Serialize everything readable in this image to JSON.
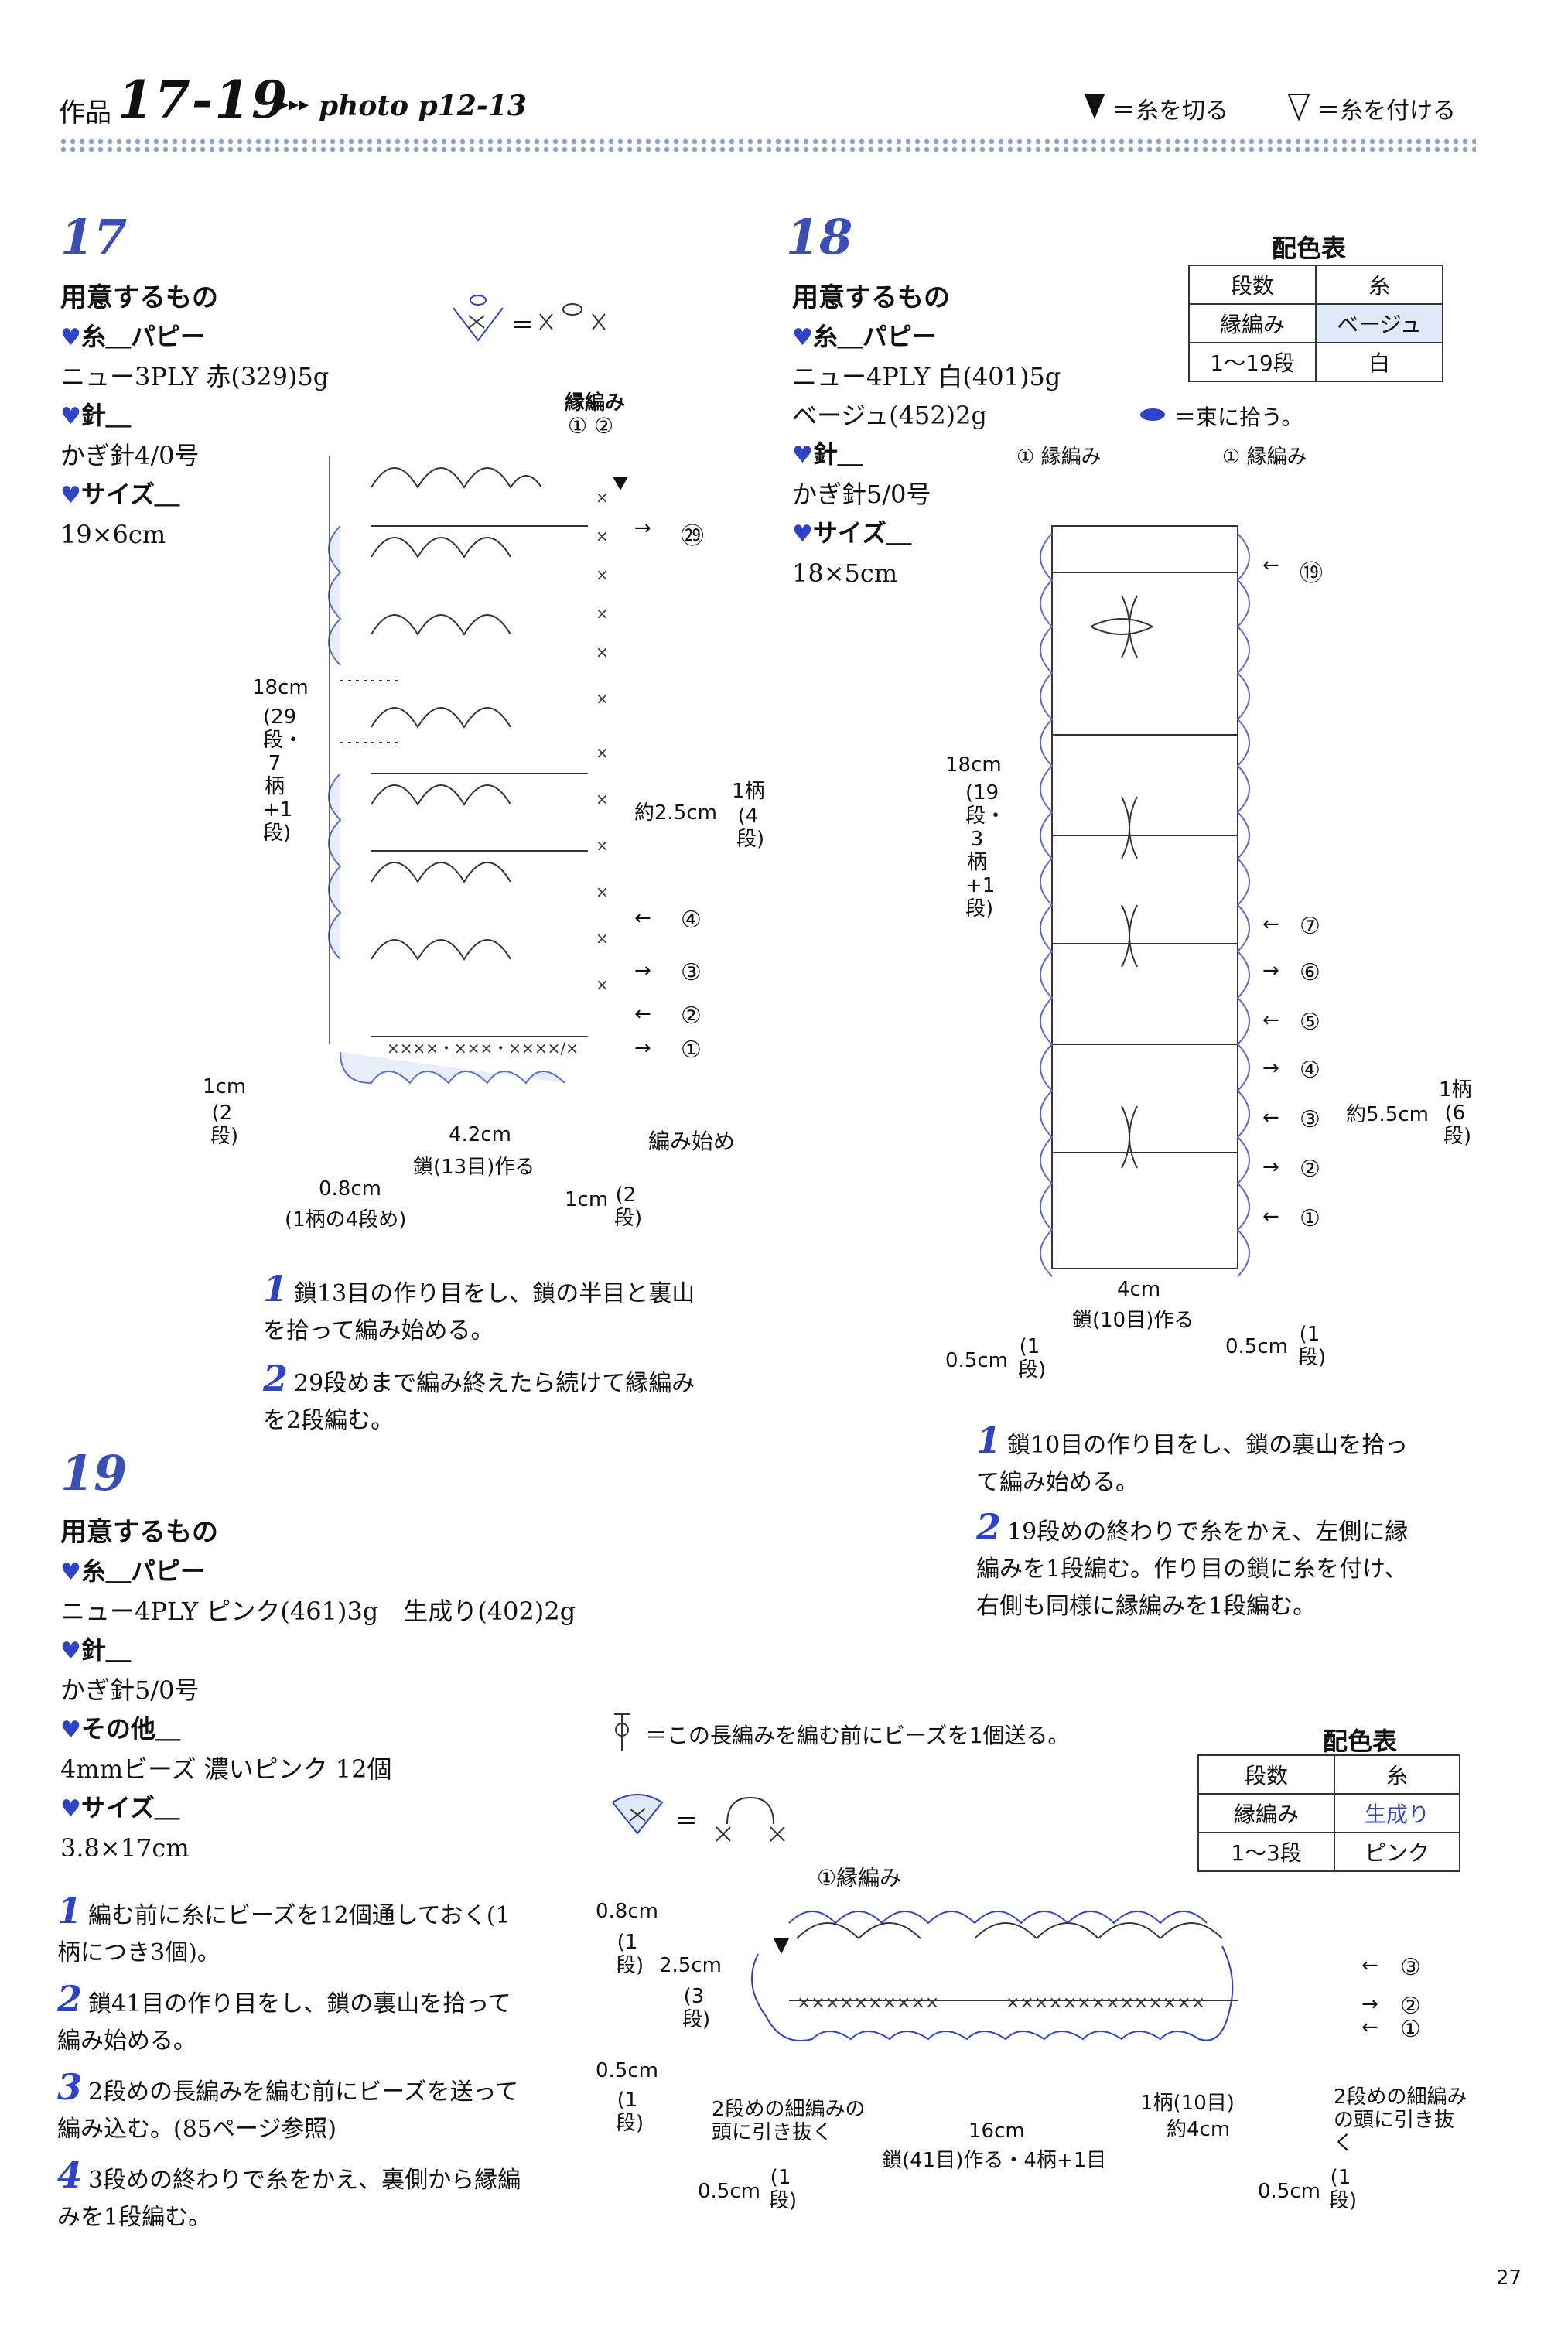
{
  "header": {
    "label": "作品",
    "number": "17-19",
    "arrows": "▸▸▸",
    "photo": "photo p12-13",
    "legend_cut": "＝糸を切る",
    "legend_attach": "＝糸を付ける"
  },
  "p17": {
    "number": "17",
    "materials_title": "用意するもの",
    "yarn_label": "糸＿パピー",
    "yarn_detail": "ニュー3PLY 赤(329)5g",
    "hook_label": "針＿",
    "hook_detail": "かぎ針4/0号",
    "size_label": "サイズ＿",
    "size_detail": "19×6cm",
    "sym_eq": "＝",
    "edge_label": "縁編み",
    "edge_rows": "① ②",
    "row_labels": [
      "㉙",
      "④",
      "③",
      "②",
      "①"
    ],
    "dim_18": "18cm",
    "dim_rows": "(29段・7柄+1段)",
    "dim_25": "約2.5cm",
    "dim_motif": "1柄",
    "dim_motif_rows": "(4段)",
    "dim_1": "1cm",
    "dim_1_rows": "(2段)",
    "dim_42": "4.2cm",
    "chain": "鎖(13目)作る",
    "dim_08": "0.8cm",
    "dim_08_note": "(1柄の4段め)",
    "dim_1b": "1cm",
    "dim_1b_rows": "(2段)",
    "start": "編み始め",
    "steps": [
      {
        "n": "1",
        "text": "鎖13目の作り目をし、鎖の半目と裏山を拾って編み始める。"
      },
      {
        "n": "2",
        "text": "29段めまで編み終えたら続けて縁編みを2段編む。"
      }
    ]
  },
  "p18": {
    "number": "18",
    "materials_title": "用意するもの",
    "yarn_label": "糸＿パピー",
    "yarn_detail1": "ニュー4PLY 白(401)5g",
    "yarn_detail2": "ベージュ(452)2g",
    "hook_label": "針＿",
    "hook_detail": "かぎ針5/0号",
    "size_label": "サイズ＿",
    "size_detail": "18×5cm",
    "bundle_note": "＝束に拾う。",
    "color_table_title": "配色表",
    "color_table": [
      [
        "段数",
        "糸"
      ],
      [
        "縁編み",
        "ベージュ"
      ],
      [
        "1〜19段",
        "白"
      ]
    ],
    "edge_left": "① 縁編み",
    "edge_right": "① 縁編み",
    "row_labels": [
      "⑲",
      "⑦",
      "⑥",
      "⑤",
      "④",
      "③",
      "②",
      "①"
    ],
    "dim_18": "18cm",
    "dim_rows": "(19段・3柄+1段)",
    "dim_55": "約5.5cm",
    "dim_motif": "1柄",
    "dim_motif_rows": "(6段)",
    "dim_4": "4cm",
    "chain": "鎖(10目)作る",
    "dim_05l": "0.5cm",
    "dim_05l_rows": "(1段)",
    "dim_05r": "0.5cm",
    "dim_05r_rows": "(1段)",
    "steps": [
      {
        "n": "1",
        "text": "鎖10目の作り目をし、鎖の裏山を拾って編み始める。"
      },
      {
        "n": "2",
        "text": "19段めの終わりで糸をかえ、左側に縁編みを1段編む。作り目の鎖に糸を付け、右側も同様に縁編みを1段編む。"
      }
    ]
  },
  "p19": {
    "number": "19",
    "materials_title": "用意するもの",
    "yarn_label": "糸＿パピー",
    "yarn_detail": "ニュー4PLY ピンク(461)3g　生成り(402)2g",
    "hook_label": "針＿",
    "hook_detail": "かぎ針5/0号",
    "other_label": "その他＿",
    "other_detail": "4mmビーズ 濃いピンク 12個",
    "size_label": "サイズ＿",
    "size_detail": "3.8×17cm",
    "bead_note": "＝この長編みを編む前にビーズを1個送る。",
    "sym_eq": "＝",
    "color_table_title": "配色表",
    "color_table": [
      [
        "段数",
        "糸"
      ],
      [
        "縁編み",
        "生成り"
      ],
      [
        "1〜3段",
        "ピンク"
      ]
    ],
    "edge_label": "①縁編み",
    "row_labels": [
      "③",
      "②",
      "①"
    ],
    "dim_08": "0.8cm",
    "dim_08_rows": "(1段)",
    "dim_25": "2.5cm",
    "dim_25_rows": "(3段)",
    "dim_05": "0.5cm",
    "dim_05_rows": "(1段)",
    "pull_left": "2段めの細編みの頭に引き抜く",
    "dim_16": "16cm",
    "motif": "1柄(10目)",
    "motif_len": "約4cm",
    "pull_right": "2段めの細編みの頭に引き抜く",
    "chain": "鎖(41目)作る・4柄+1目",
    "dim_05l": "0.5cm",
    "dim_05l_rows": "(1段)",
    "dim_05r": "0.5cm",
    "dim_05r_rows": "(1段)",
    "steps": [
      {
        "n": "1",
        "text": "編む前に糸にビーズを12個通しておく(1柄につき3個)。"
      },
      {
        "n": "2",
        "text": "鎖41目の作り目をし、鎖の裏山を拾って編み始める。"
      },
      {
        "n": "3",
        "text": "2段めの長編みを編む前にビーズを送って編み込む。(85ページ参照)"
      },
      {
        "n": "4",
        "text": "3段めの終わりで糸をかえ、裏側から縁編みを1段編む。"
      }
    ]
  },
  "page_number": "27"
}
